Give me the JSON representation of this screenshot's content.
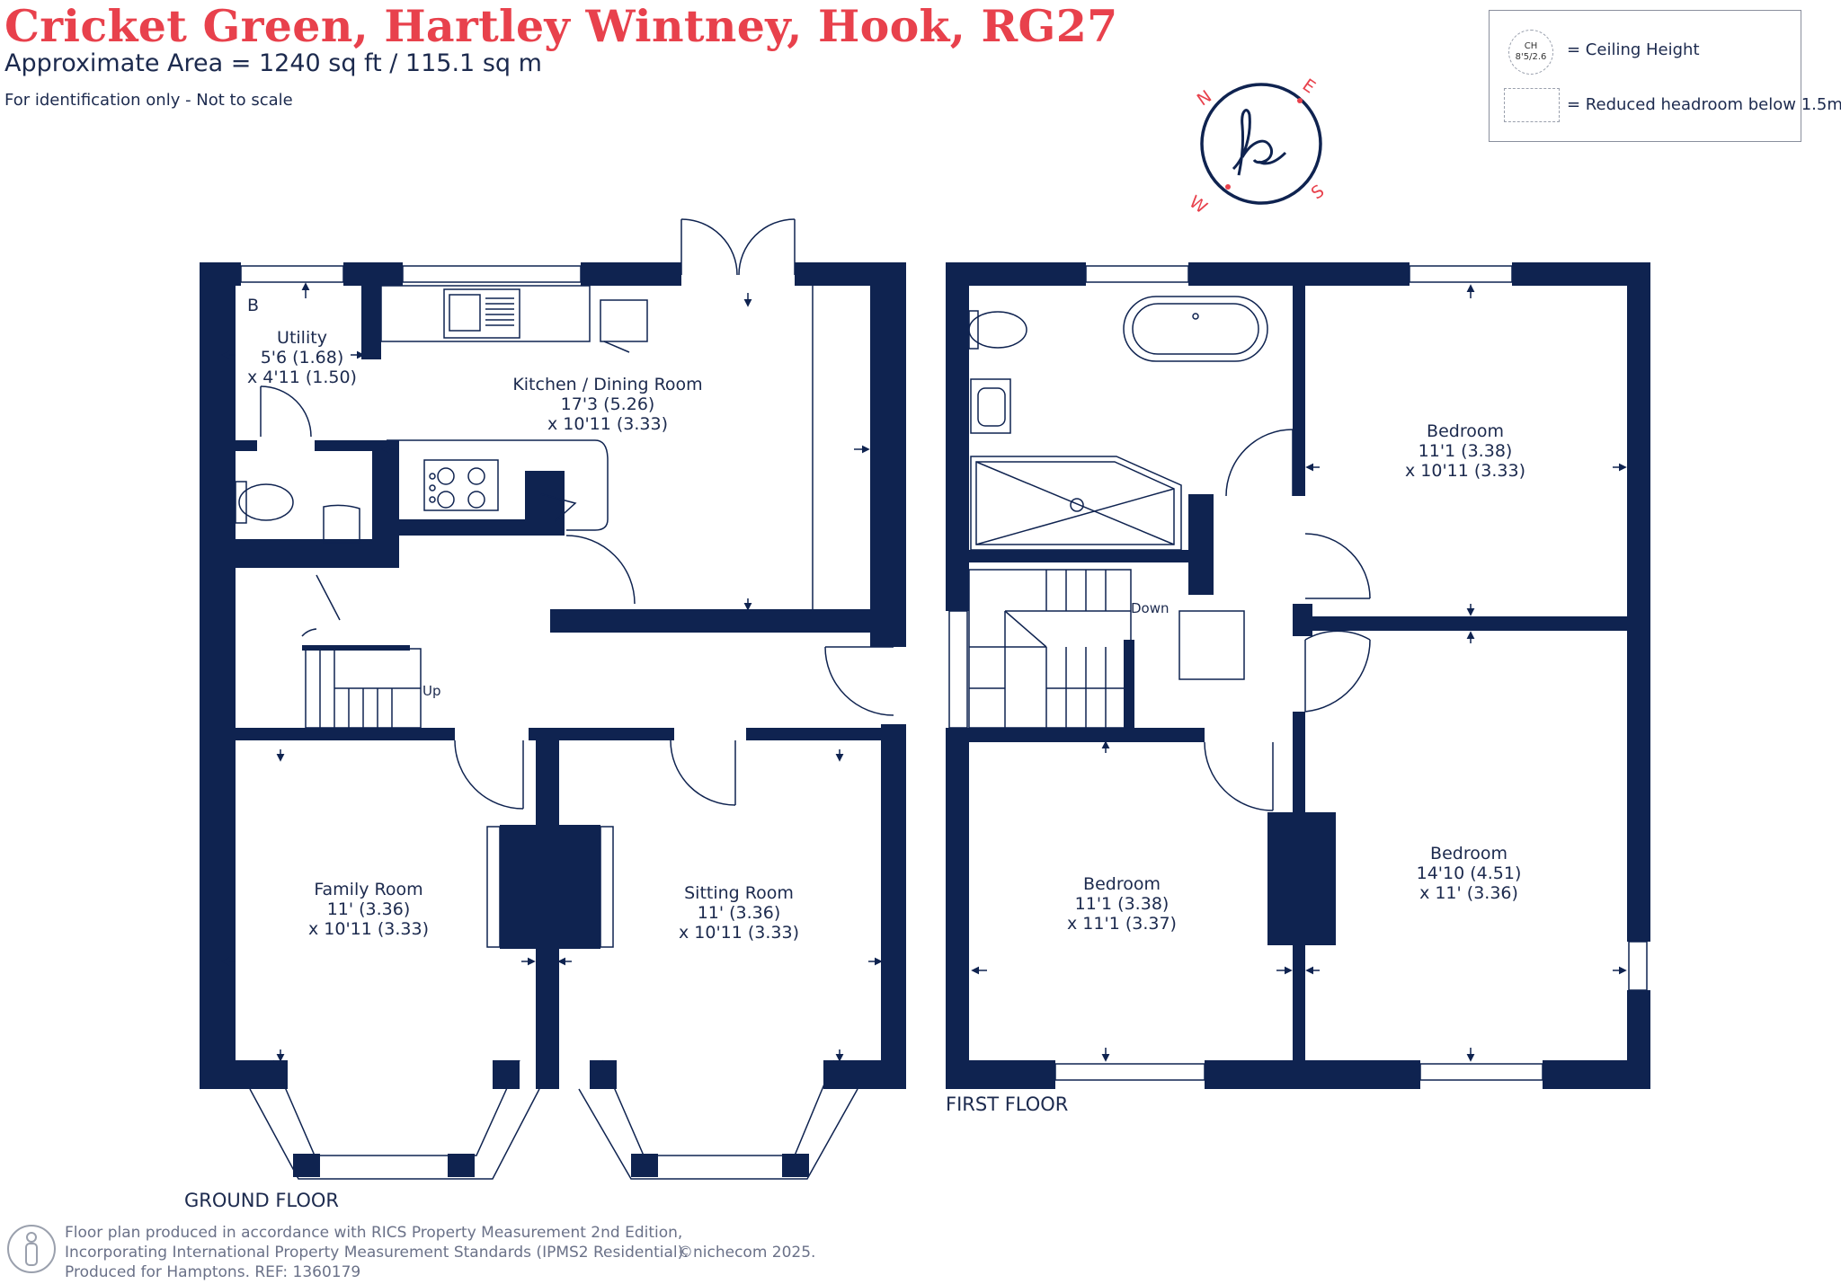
{
  "header": {
    "title": "Cricket Green, Hartley Wintney, Hook, RG27",
    "area": "Approximate Area = 1240 sq ft / 115.1 sq m",
    "note": "For identification only - Not to scale"
  },
  "legend": {
    "ch_symbol_top": "CH",
    "ch_symbol_bottom": "8'5/2.6",
    "ceiling_height": "= Ceiling Height",
    "reduced_headroom": "= Reduced headroom below 1.5m"
  },
  "compass": {
    "n": "N",
    "e": "E",
    "s": "S",
    "w": "W"
  },
  "ground_floor": {
    "label": "GROUND FLOOR",
    "boiler": "B",
    "up": "Up",
    "utility": {
      "name": "Utility",
      "dim1": "5'6 (1.68)",
      "dim2": "x 4'11 (1.50)"
    },
    "kitchen": {
      "name": "Kitchen / Dining Room",
      "dim1": "17'3 (5.26)",
      "dim2": "x 10'11 (3.33)"
    },
    "family": {
      "name": "Family Room",
      "dim1": "11' (3.36)",
      "dim2": "x 10'11 (3.33)"
    },
    "sitting": {
      "name": "Sitting Room",
      "dim1": "11' (3.36)",
      "dim2": "x 10'11 (3.33)"
    }
  },
  "first_floor": {
    "label": "FIRST FLOOR",
    "down": "Down",
    "bedroom_ne": {
      "name": "Bedroom",
      "dim1": "11'1 (3.38)",
      "dim2": "x 10'11 (3.33)"
    },
    "bedroom_sw": {
      "name": "Bedroom",
      "dim1": "11'1 (3.38)",
      "dim2": "x 11'1 (3.37)"
    },
    "bedroom_se": {
      "name": "Bedroom",
      "dim1": "14'10 (4.51)",
      "dim2": "x 11' (3.36)"
    }
  },
  "footer": {
    "line1": "Floor plan produced in accordance with RICS Property Measurement 2nd Edition,",
    "line2": "Incorporating International Property Measurement Standards (IPMS2 Residential).",
    "line3": "Produced for Hamptons.   REF:   1360179",
    "copyright": "©nichecom  2025."
  },
  "colors": {
    "wall": "#0f2350",
    "title": "#e8414c",
    "text": "#1c2a4e"
  }
}
